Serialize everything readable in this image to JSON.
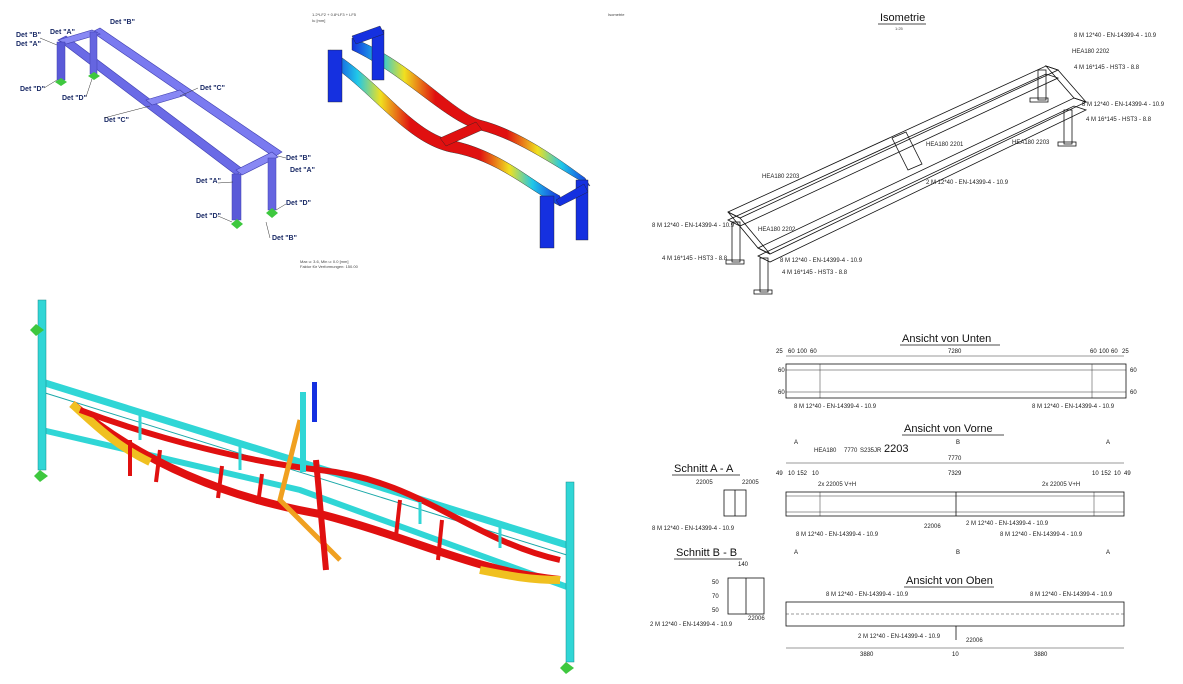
{
  "q1": {
    "details": [
      {
        "label": "Det \"B\""
      },
      {
        "label": "Det \"A\""
      },
      {
        "label": "Det \"B\""
      },
      {
        "label": "Det \"A\""
      },
      {
        "label": "Det \"D\""
      },
      {
        "label": "Det \"D\""
      },
      {
        "label": "Det \"C\""
      },
      {
        "label": "Det \"C\""
      },
      {
        "label": "Det \"B\""
      },
      {
        "label": "Det \"A\""
      },
      {
        "label": "Det \"A\""
      },
      {
        "label": "Det \"D\""
      },
      {
        "label": "Det \"D\""
      },
      {
        "label": "Det \"B\""
      }
    ],
    "caption_1": "Max u: 3.6, Min u: 0.0 [mm]",
    "caption_2": "Faktor für Verformungen: 150.00",
    "header_1": "1.2*LF2 + 0.8*LF3 + LF5",
    "header_2": "Iu [mm]",
    "header_3": "Isometrie"
  },
  "iso": {
    "title": "Isometrie",
    "scale": "1:25",
    "notes": [
      "8 M 12*40 - EN-14399-4   - 10.9",
      "HEA180  2202",
      "4 M 16*145 - HST3 - 8.8",
      "8 M 12*40 - EN-14399-4   - 10.9",
      "4 M 16*145 - HST3 - 8.8",
      "HEA180  2201",
      "HEA180  2203",
      "HEA180  2203",
      "2 M 12*40 - EN-14399-4   - 10.9",
      "8 M 12*40 - EN-14399-4   - 10.9",
      "HEA180  2202",
      "4 M 16*145 - HST3 - 8.8",
      "8 M 12*40 - EN-14399-4   - 10.9",
      "4 M 16*145 - HST3 - 8.8"
    ]
  },
  "unten": {
    "title": "Ansicht von Unten",
    "dims": [
      "25",
      "60",
      "100",
      "60",
      "7280",
      "60",
      "100",
      "60",
      "25"
    ],
    "side": [
      "60",
      "60",
      "60",
      "60"
    ],
    "bolts_left": "8 M 12*40 - EN-14399-4   - 10.9",
    "bolts_right": "8 M 12*40 - EN-14399-4   - 10.9"
  },
  "vorne": {
    "title": "Ansicht von Vorne",
    "section_marks": [
      "A",
      "B",
      "A",
      "A",
      "B",
      "A"
    ],
    "profile": "HEA180",
    "length_tag": "7770",
    "material": "S235JR",
    "pos": "2203",
    "overall": "7770",
    "dims": [
      "49",
      "10",
      "152",
      "10",
      "7329",
      "10",
      "152",
      "10",
      "49"
    ],
    "stiff_left": "2x 22005  V+H",
    "stiff_right": "2x 22005  V+H",
    "part_bottom": "22006",
    "bolts_1": "8 M 12*40 - EN-14399-4   - 10.9",
    "bolts_2": "2 M 12*40 - EN-14399-4   - 10.9",
    "bolts_3": "8 M 12*40 - EN-14399-4   - 10.9"
  },
  "schnitt_a": {
    "title": "Schnitt  A - A",
    "part_left": "22005",
    "part_right": "22005",
    "bolts": "8 M 12*40 - EN-14399-4   - 10.9"
  },
  "schnitt_b": {
    "title": "Schnitt  B - B",
    "dim_top": "140",
    "dims_side": [
      "50",
      "70",
      "50"
    ],
    "part": "22006",
    "bolts": "2 M 12*40 - EN-14399-4   - 10.9"
  },
  "oben": {
    "title": "Ansicht von Oben",
    "bolts_left": "8 M 12*40 - EN-14399-4   - 10.9",
    "bolts_right": "8 M 12*40 - EN-14399-4   - 10.9",
    "bolts_mid": "2 M 12*40 - EN-14399-4   - 10.9",
    "part": "22006",
    "dims": [
      "3880",
      "10",
      "3880"
    ]
  },
  "colors": {
    "blue_frame": "#6a6ae6",
    "fem_blue": "#1530e0",
    "fem_red": "#e01010",
    "fem_yellow": "#f0e020",
    "fem_cyan": "#30d6d6",
    "support": "#3ec83e"
  }
}
